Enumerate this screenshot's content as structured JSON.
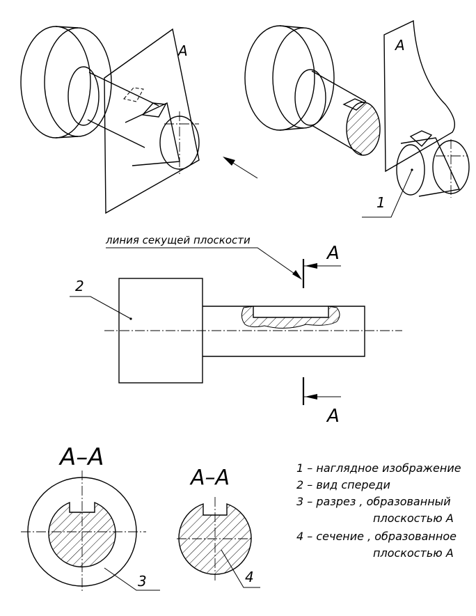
{
  "iso_left": {
    "plane_label": "A"
  },
  "iso_right": {
    "plane_label": "A",
    "callout": "1"
  },
  "front_view": {
    "cutting_line_caption": "линия секущей плоскости",
    "arrow_top_label": "A",
    "arrow_bottom_label": "A",
    "callout": "2"
  },
  "section_3": {
    "title": "A–A",
    "callout": "3"
  },
  "section_4": {
    "title": "A–A",
    "callout": "4"
  },
  "legend": {
    "line1": "1 – наглядное изображение",
    "line2": "2 – вид спереди",
    "line3a": "3 – разрез , образованный",
    "line3b": "плоскостью А",
    "line4a": "4 – сечение , образованное",
    "line4b": "плоскостью А"
  }
}
